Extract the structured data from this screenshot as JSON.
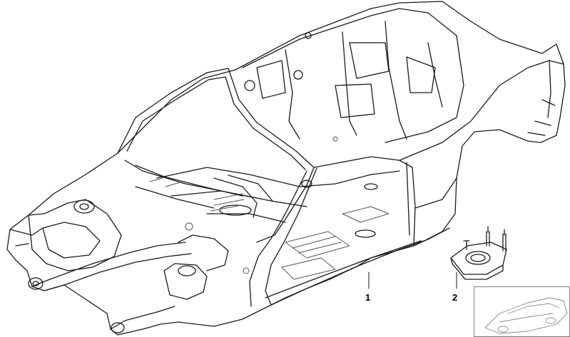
{
  "diagram": {
    "parts": [
      {
        "id": "body-shell",
        "callout": "1"
      },
      {
        "id": "mounting-bracket",
        "callout": "2"
      }
    ],
    "thumbnail_icon": "car-silhouette-icon",
    "line_color": "#1a1a1a",
    "detail_color": "#555555"
  }
}
